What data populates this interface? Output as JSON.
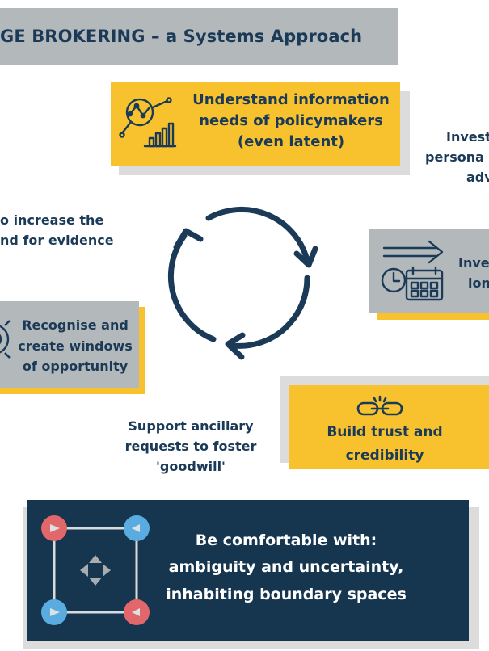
{
  "header": {
    "title": "GE BROKERING – a Systems Approach"
  },
  "cycle": {
    "understand": [
      "Understand information",
      "needs of policymakers",
      "(even latent)"
    ],
    "invest_personal": [
      "Invest",
      "persona",
      "adv"
    ],
    "invest_long": [
      "Inve",
      "lon"
    ],
    "increase_demand": [
      "o increase the",
      "nd for evidence"
    ],
    "recognise": [
      "Recognise and",
      "create windows",
      "of opportunity"
    ],
    "trust": [
      "Build trust and",
      "credibility"
    ],
    "ancillary": [
      "Support ancillary",
      "requests to foster",
      "'goodwill'"
    ]
  },
  "footer": {
    "lines": [
      "Be comfortable with:",
      "ambiguity and uncertainty,",
      "inhabiting boundary spaces"
    ]
  },
  "colors": {
    "navy": "#163650",
    "yellow": "#f7c22e",
    "grey": "#b3b8ba",
    "red": "#e2676b",
    "blue": "#5aace0"
  },
  "icons": [
    "magnifier-chart-icon",
    "calendar-clock-icon",
    "chain-link-icon",
    "move-arrows-icon",
    "cycle-arrows-icon"
  ]
}
